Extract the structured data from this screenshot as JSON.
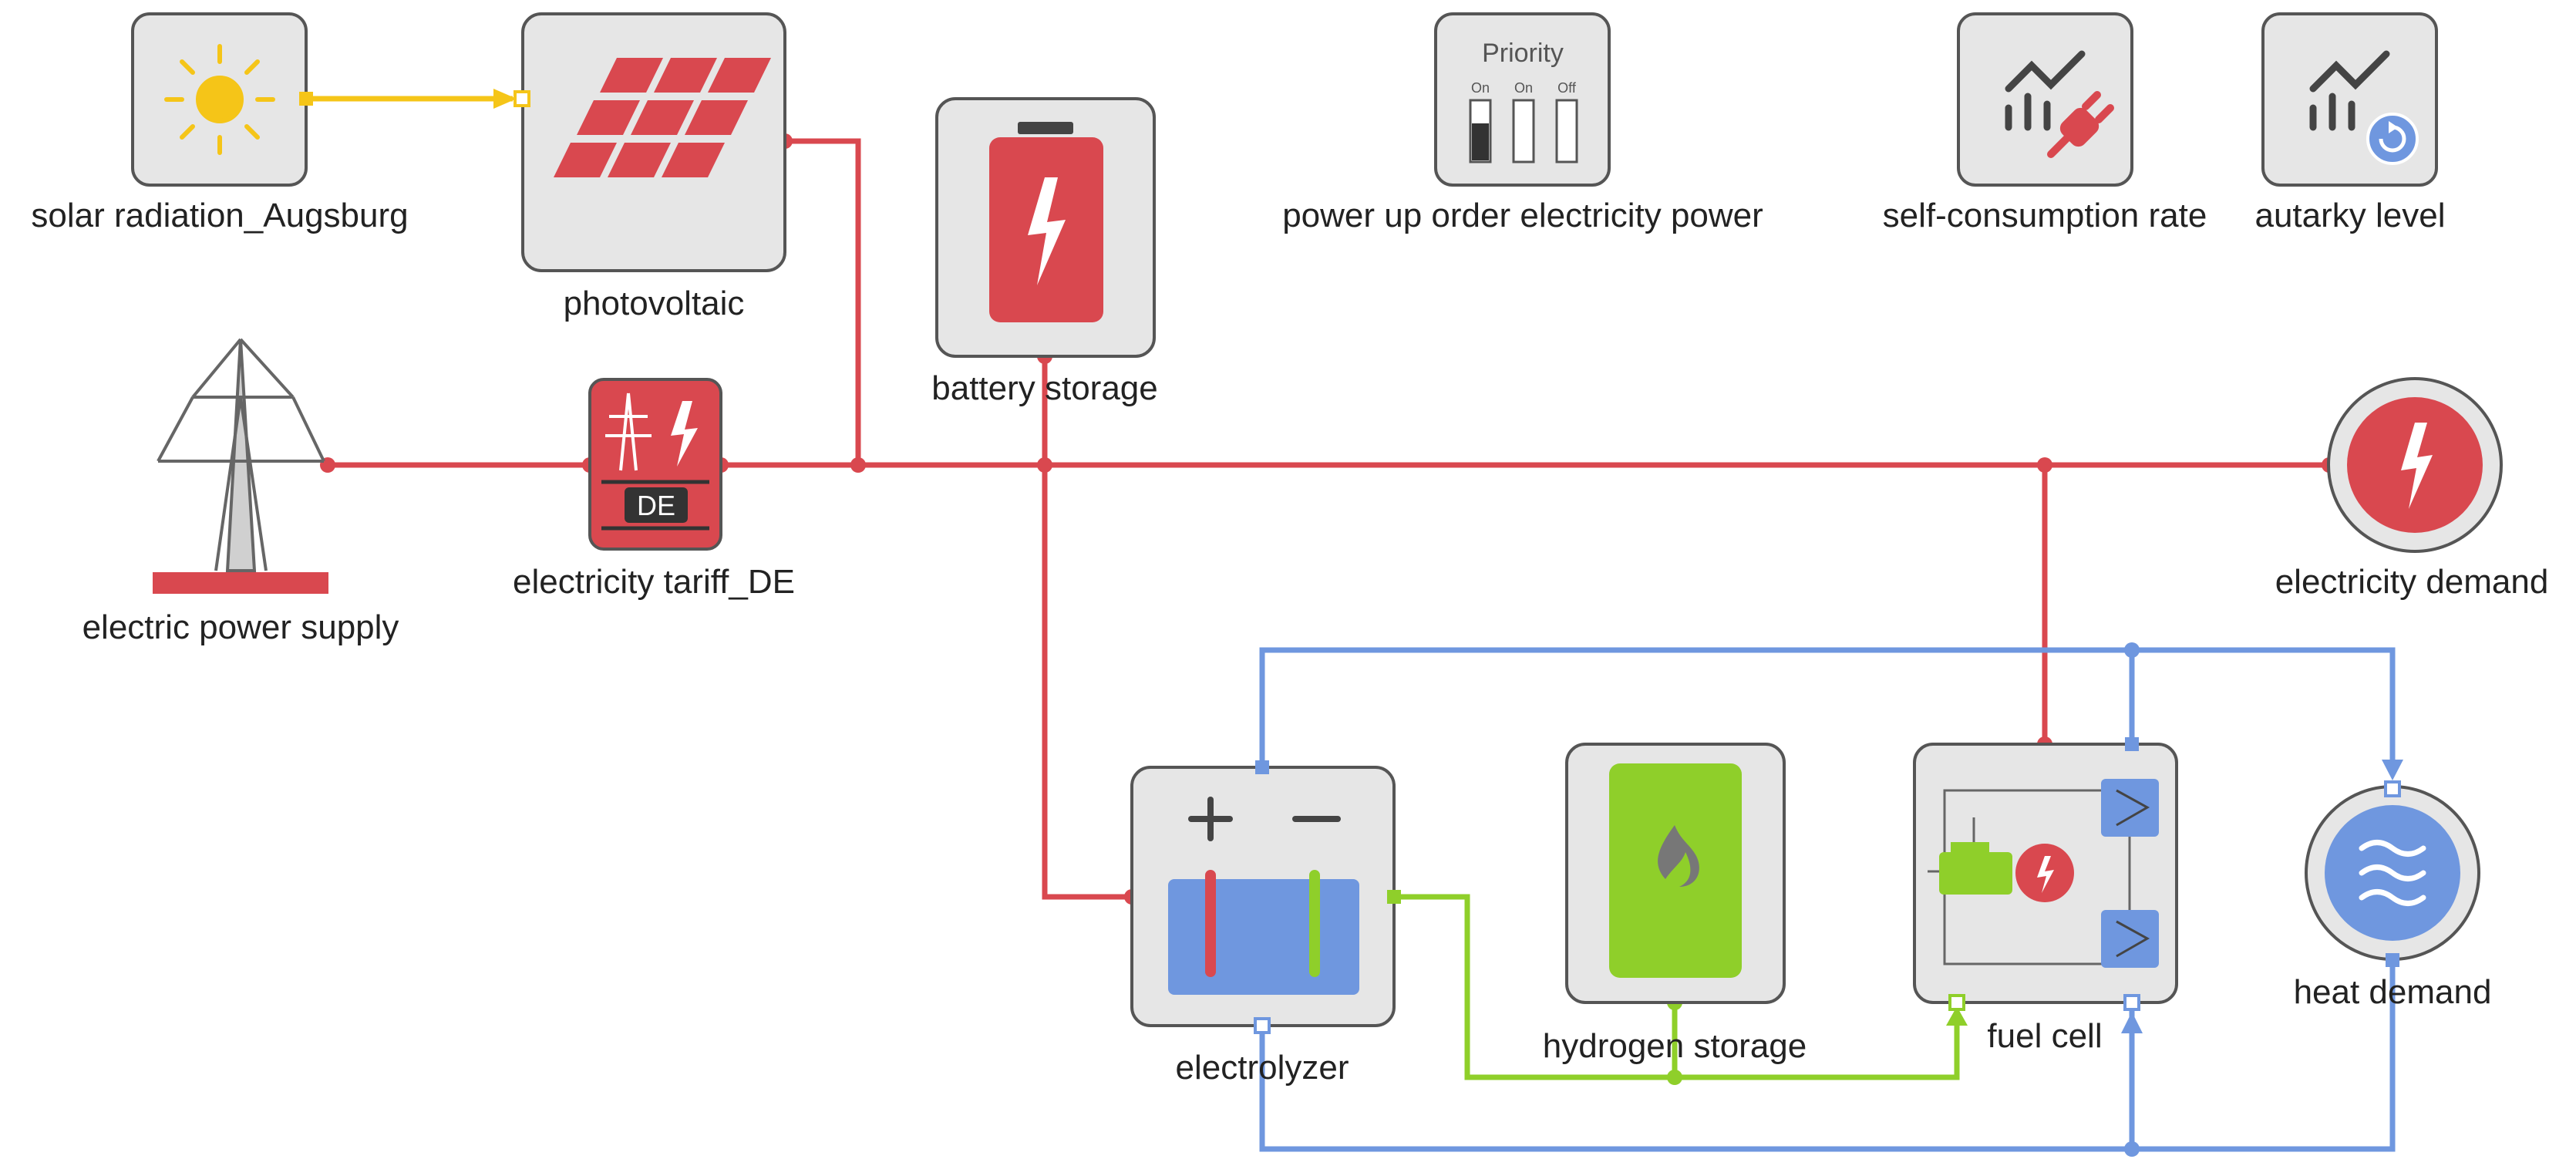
{
  "labels": {
    "solar": "solar radiation_Augsburg",
    "pv": "photovoltaic",
    "battery": "battery storage",
    "priority": "power up order electricity power",
    "selfcons": "self-consumption rate",
    "autarky": "autarky level",
    "grid": "electric power supply",
    "tariff": "electricity tariff_DE",
    "elec_demand": "electricity demand",
    "electrolyzer": "electrolyzer",
    "h2": "hydrogen storage",
    "fuelcell": "fuel cell",
    "heat_demand": "heat demand"
  },
  "priority_block": {
    "title": "Priority",
    "switches": [
      "On",
      "On",
      "Off"
    ]
  },
  "tariff_badge": "DE",
  "colors": {
    "electric": "#d9484f",
    "heat": "#6f97df",
    "hydrogen": "#8fcf2a",
    "solar": "#f5c518",
    "node_bg": "#e6e6e6",
    "node_border": "#555555"
  }
}
